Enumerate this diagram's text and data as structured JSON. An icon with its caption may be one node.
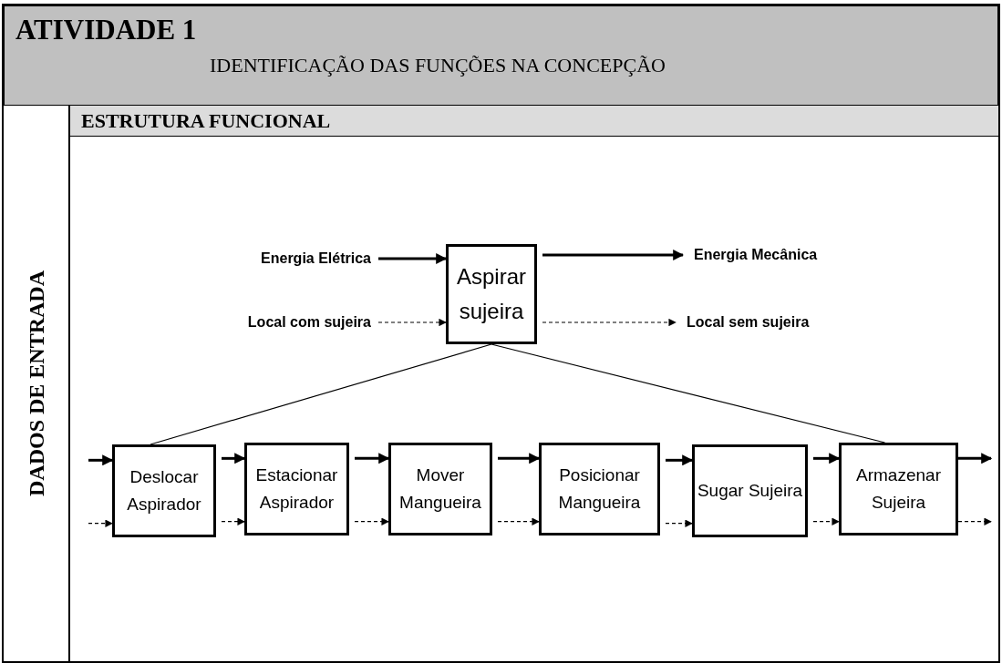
{
  "diagram": {
    "nodes": [
      {
        "text": [
          "ATIVIDADE 1",
          "IDENTIFICAÇÃO DAS FUNÇÕES NA CONCEPÇÃO"
        ]
      },
      {
        "text": [
          "DADOS DE ENTRADA"
        ]
      },
      {
        "text": [
          "ESTRUTURA FUNCIONAL"
        ]
      },
      {
        "text": [
          "Energia Elétrica"
        ],
        "in": 2
      },
      {
        "text": [
          "Local com sujeira"
        ],
        "in": 2
      },
      {
        "text": [
          "Aspirar sujeira"
        ],
        "in": 2
      },
      {
        "text": [
          "Energia Mecânica"
        ],
        "in": 2
      },
      {
        "text": [
          "Local sem sujeira"
        ],
        "in": 2
      },
      {
        "text": [
          "Deslocar Aspirador"
        ],
        "in": 2
      },
      {
        "text": [
          "Estacionar Aspirador"
        ],
        "in": 2
      },
      {
        "text": [
          "Mover Mangueira"
        ],
        "in": 2
      },
      {
        "text": [
          "Posicionar Mangueira"
        ],
        "in": 2
      },
      {
        "text": [
          "Sugar Sujeira"
        ],
        "in": 2
      },
      {
        "text": [
          "Armazenar Sujeira"
        ],
        "in": 2
      }
    ],
    "edges": [
      {
        "from": 3,
        "to": 5,
        "arrow": "to",
        "style": "thick"
      },
      {
        "from": 4,
        "to": 5,
        "arrow": "to",
        "style": "dashed"
      },
      {
        "from": 5,
        "to": 6,
        "arrow": "to",
        "style": "thick"
      },
      {
        "from": 5,
        "to": 7,
        "arrow": "to",
        "style": "dashed"
      },
      {
        "from": 5,
        "to": 8,
        "arrow": "none"
      },
      {
        "from": 5,
        "to": 13,
        "arrow": "none"
      },
      {
        "from": null,
        "to": 8,
        "arrow": "to",
        "style": "thick"
      },
      {
        "from": null,
        "to": 8,
        "arrow": "to",
        "style": "dashed"
      },
      {
        "from": 8,
        "to": 9,
        "arrow": "to",
        "style": "thick"
      },
      {
        "from": 8,
        "to": 9,
        "arrow": "to",
        "style": "dashed"
      },
      {
        "from": 9,
        "to": 10,
        "arrow": "to",
        "style": "thick"
      },
      {
        "from": 9,
        "to": 10,
        "arrow": "to",
        "style": "dashed"
      },
      {
        "from": 10,
        "to": 11,
        "arrow": "to",
        "style": "thick"
      },
      {
        "from": 10,
        "to": 11,
        "arrow": "to",
        "style": "dashed"
      },
      {
        "from": 11,
        "to": 12,
        "arrow": "to",
        "style": "thick"
      },
      {
        "from": 11,
        "to": 12,
        "arrow": "to",
        "style": "dashed"
      },
      {
        "from": 12,
        "to": 13,
        "arrow": "to",
        "style": "thick"
      },
      {
        "from": 12,
        "to": 13,
        "arrow": "to",
        "style": "dashed"
      },
      {
        "from": 13,
        "to": null,
        "arrow": "to",
        "style": "thick"
      },
      {
        "from": 13,
        "to": null,
        "arrow": "to",
        "style": "dashed"
      }
    ]
  }
}
